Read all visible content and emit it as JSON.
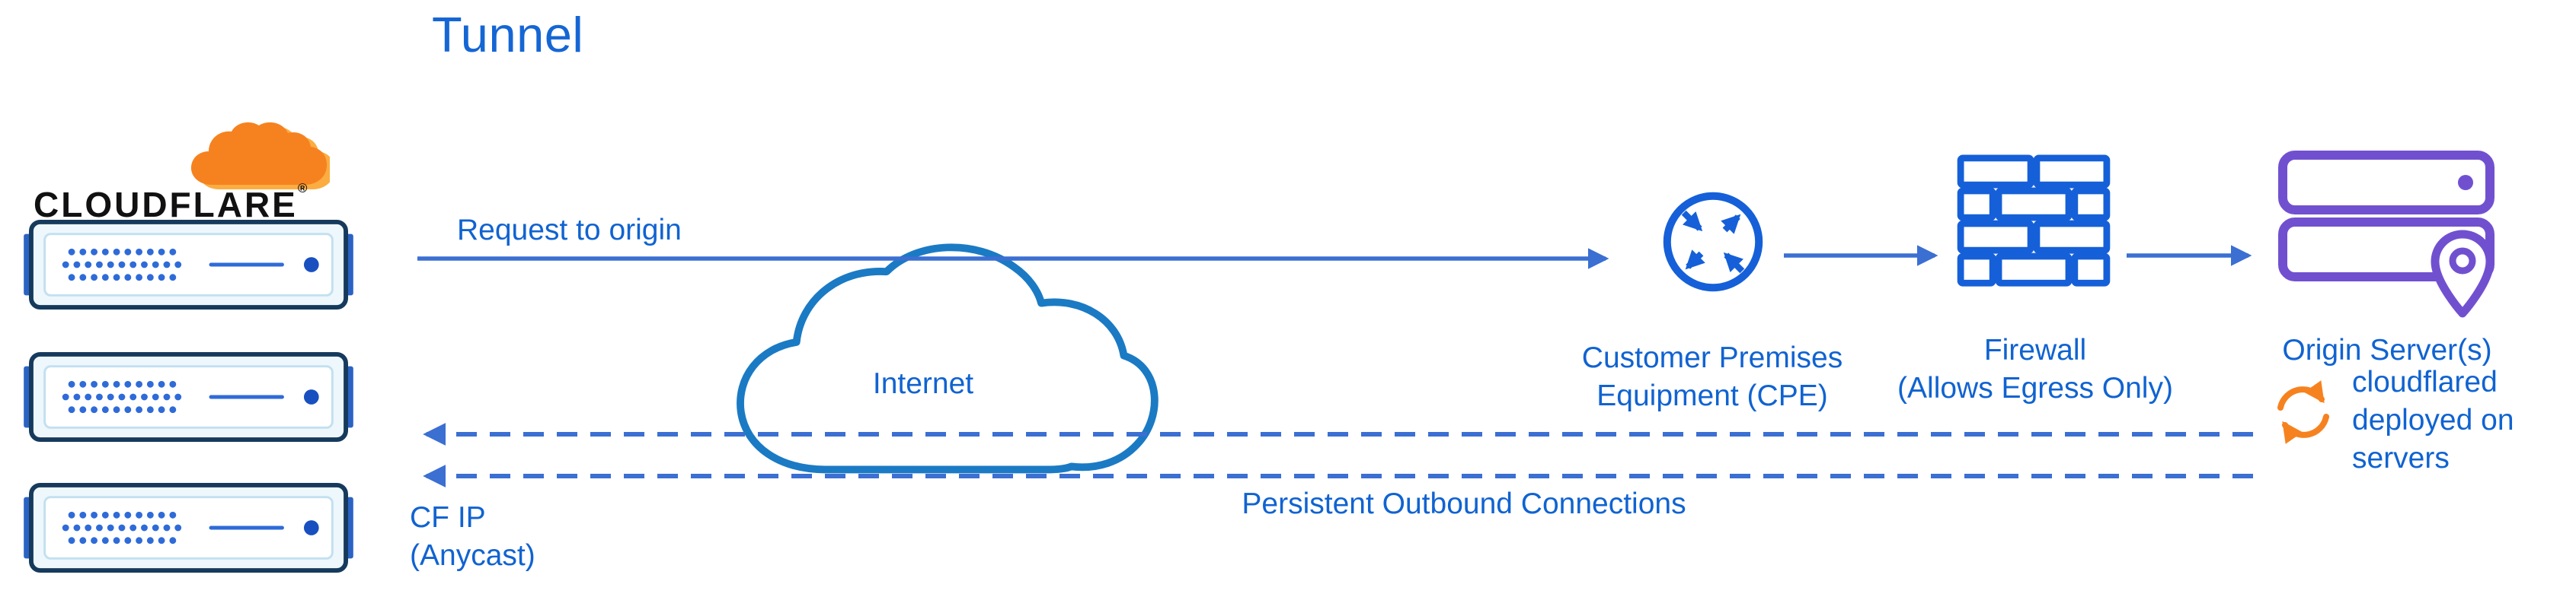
{
  "title": "Tunnel",
  "logo": {
    "brand": "CLOUDFLARE",
    "registered": "®"
  },
  "edge": {
    "label_line1": "CF IP",
    "label_line2": "(Anycast)"
  },
  "flows": {
    "request_label": "Request to origin",
    "persistent_label": "Persistent Outbound Connections"
  },
  "internet": {
    "label": "Internet"
  },
  "cpe": {
    "label_line1": "Customer Premises",
    "label_line2": "Equipment (CPE)"
  },
  "firewall": {
    "label_line1": "Firewall",
    "label_line2": "(Allows Egress Only)"
  },
  "origin": {
    "label": "Origin Server(s)",
    "cloudflared_line1": "cloudflared",
    "cloudflared_line2": "deployed on",
    "cloudflared_line3": "servers"
  },
  "icons": [
    "cloudflare-logo-cloud-icon",
    "edge-server-icon",
    "internet-cloud-icon",
    "cpe-router-icon",
    "firewall-brick-icon",
    "origin-server-icon",
    "location-pin-icon",
    "sync-arrows-icon"
  ],
  "colors": {
    "blue_text": "#1063d1",
    "line_blue": "#3b6fd2",
    "icon_blue": "#1560d8",
    "cloud_blue": "#1b7ac4",
    "server_outline": "#163a5c",
    "origin_purple": "#7150d0",
    "cloudflare_orange": "#f6821f",
    "cloudflare_orange_light": "#fbad41"
  }
}
